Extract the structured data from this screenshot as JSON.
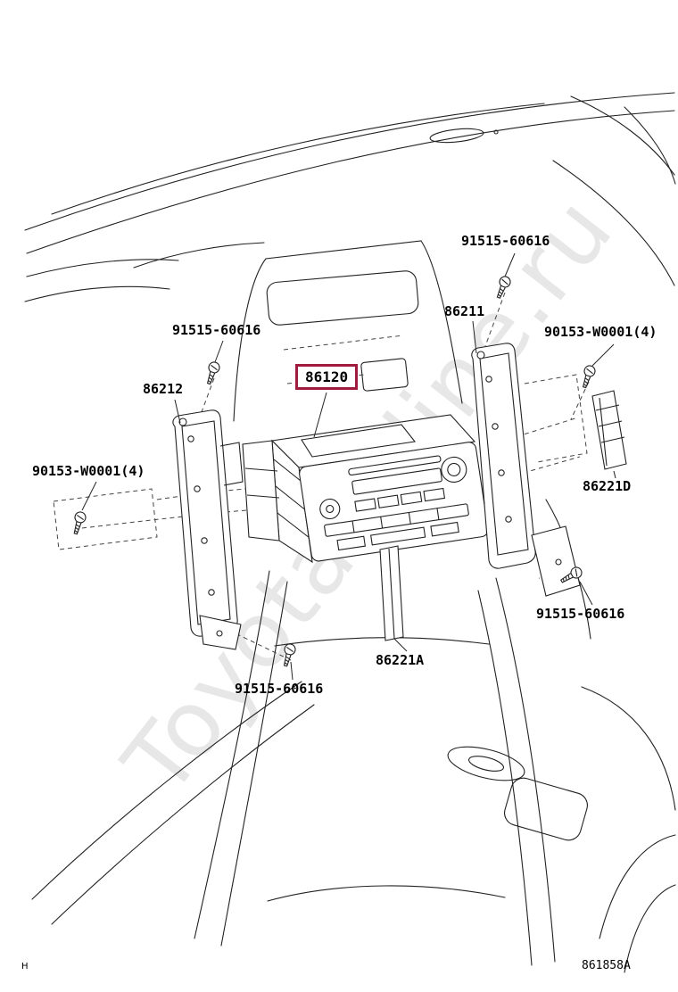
{
  "watermark": "Toyotaonline.ru",
  "highlight_color": "#a01b3d",
  "labels": {
    "screw_top_right": "91515-60616",
    "bracket_right": "86211",
    "bolt_right": "90153-W0001(4)",
    "screw_mid_left": "91515-60616",
    "bracket_left": "86212",
    "radio_unit": "86120",
    "bolt_left": "90153-W0001(4)",
    "trim_right": "86221D",
    "screw_lower_right": "91515-60616",
    "trim_center": "86221A",
    "screw_bottom": "91515-60616",
    "diagram_code": "861858A",
    "corner_mark": "H"
  }
}
